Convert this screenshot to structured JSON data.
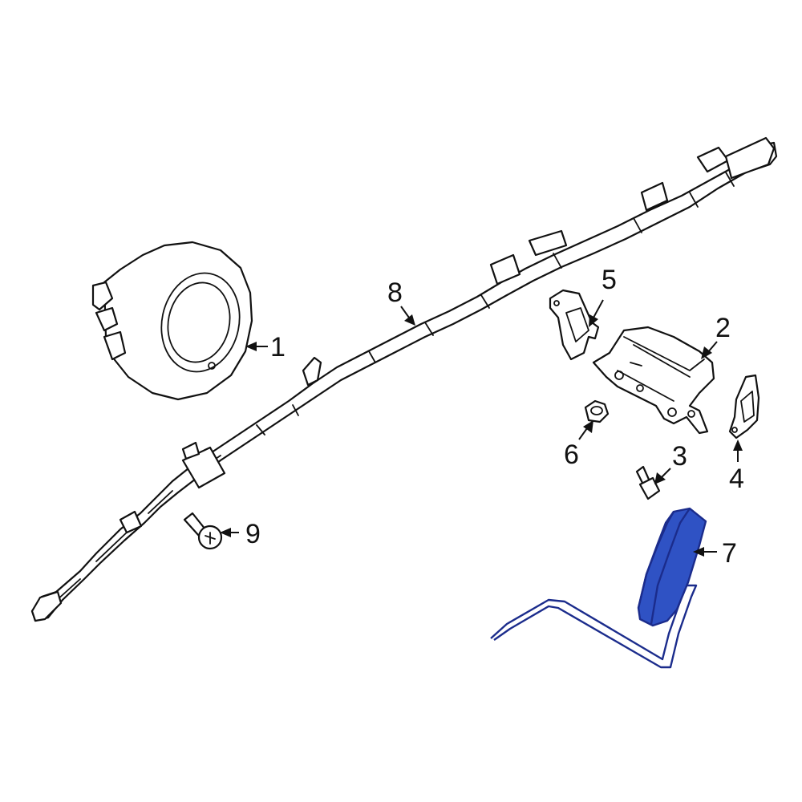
{
  "colors": {
    "line": "#111111",
    "background": "#ffffff",
    "highlight_fill": "#2f52c4",
    "highlight_stroke": "#1b2c8c"
  },
  "callouts": [
    {
      "id": "1",
      "label": "1",
      "part": "clockspring-cover"
    },
    {
      "id": "2",
      "label": "2",
      "part": "airbag-module"
    },
    {
      "id": "3",
      "label": "3",
      "part": "bolt"
    },
    {
      "id": "4",
      "label": "4",
      "part": "bracket-right"
    },
    {
      "id": "5",
      "label": "5",
      "part": "bracket-left"
    },
    {
      "id": "6",
      "label": "6",
      "part": "nut"
    },
    {
      "id": "7",
      "label": "7",
      "part": "knee-airbag",
      "highlighted": true
    },
    {
      "id": "8",
      "label": "8",
      "part": "curtain-airbag"
    },
    {
      "id": "9",
      "label": "9",
      "part": "screw"
    }
  ]
}
